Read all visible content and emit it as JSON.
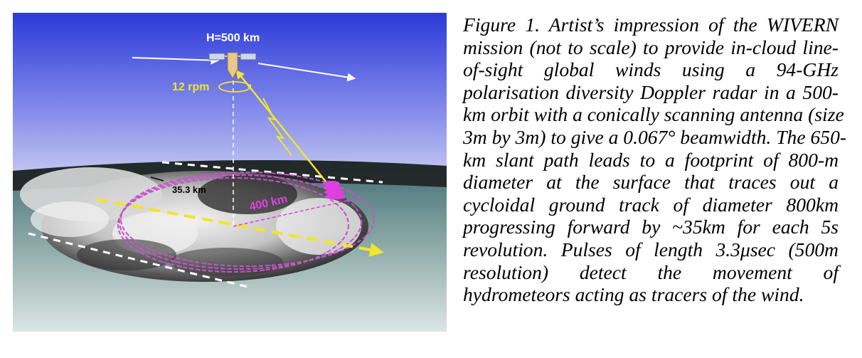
{
  "figure": {
    "labels": {
      "altitude": "H=500 km",
      "rotation": "12 rpm",
      "track_step": "35.3 km",
      "swath_radius": "400 km"
    },
    "colors": {
      "sky_top": "#2f3fe0",
      "sky_bottom": "#c9cdf2",
      "ground_top": "#4f7a7f",
      "ground_bottom": "#d7e2e0",
      "beam": "#f2e62a",
      "ring": "#e040e0",
      "ring_dots": "#22d04a"
    }
  },
  "caption": {
    "lines": [
      "Figure 1. Artist’s impression of the WIVERN",
      "mission (not to scale) to provide in-cloud line-",
      "of-sight global winds using a 94-GHz",
      "polarisation diversity Doppler radar in a 500-",
      "km orbit with a conically scanning antenna (size",
      "3m by 3m) to give a 0.067° beamwidth. The 650-",
      "km slant path leads to a footprint of 800-m",
      "diameter at the surface that traces out a",
      "cycloidal ground track of diameter 800km",
      "progressing forward by ~35km for each 5s",
      "revolution. Pulses of length 3.3μsec (500m",
      "resolution) detect the movement of",
      "hydrometeors acting as tracers of the wind."
    ]
  }
}
